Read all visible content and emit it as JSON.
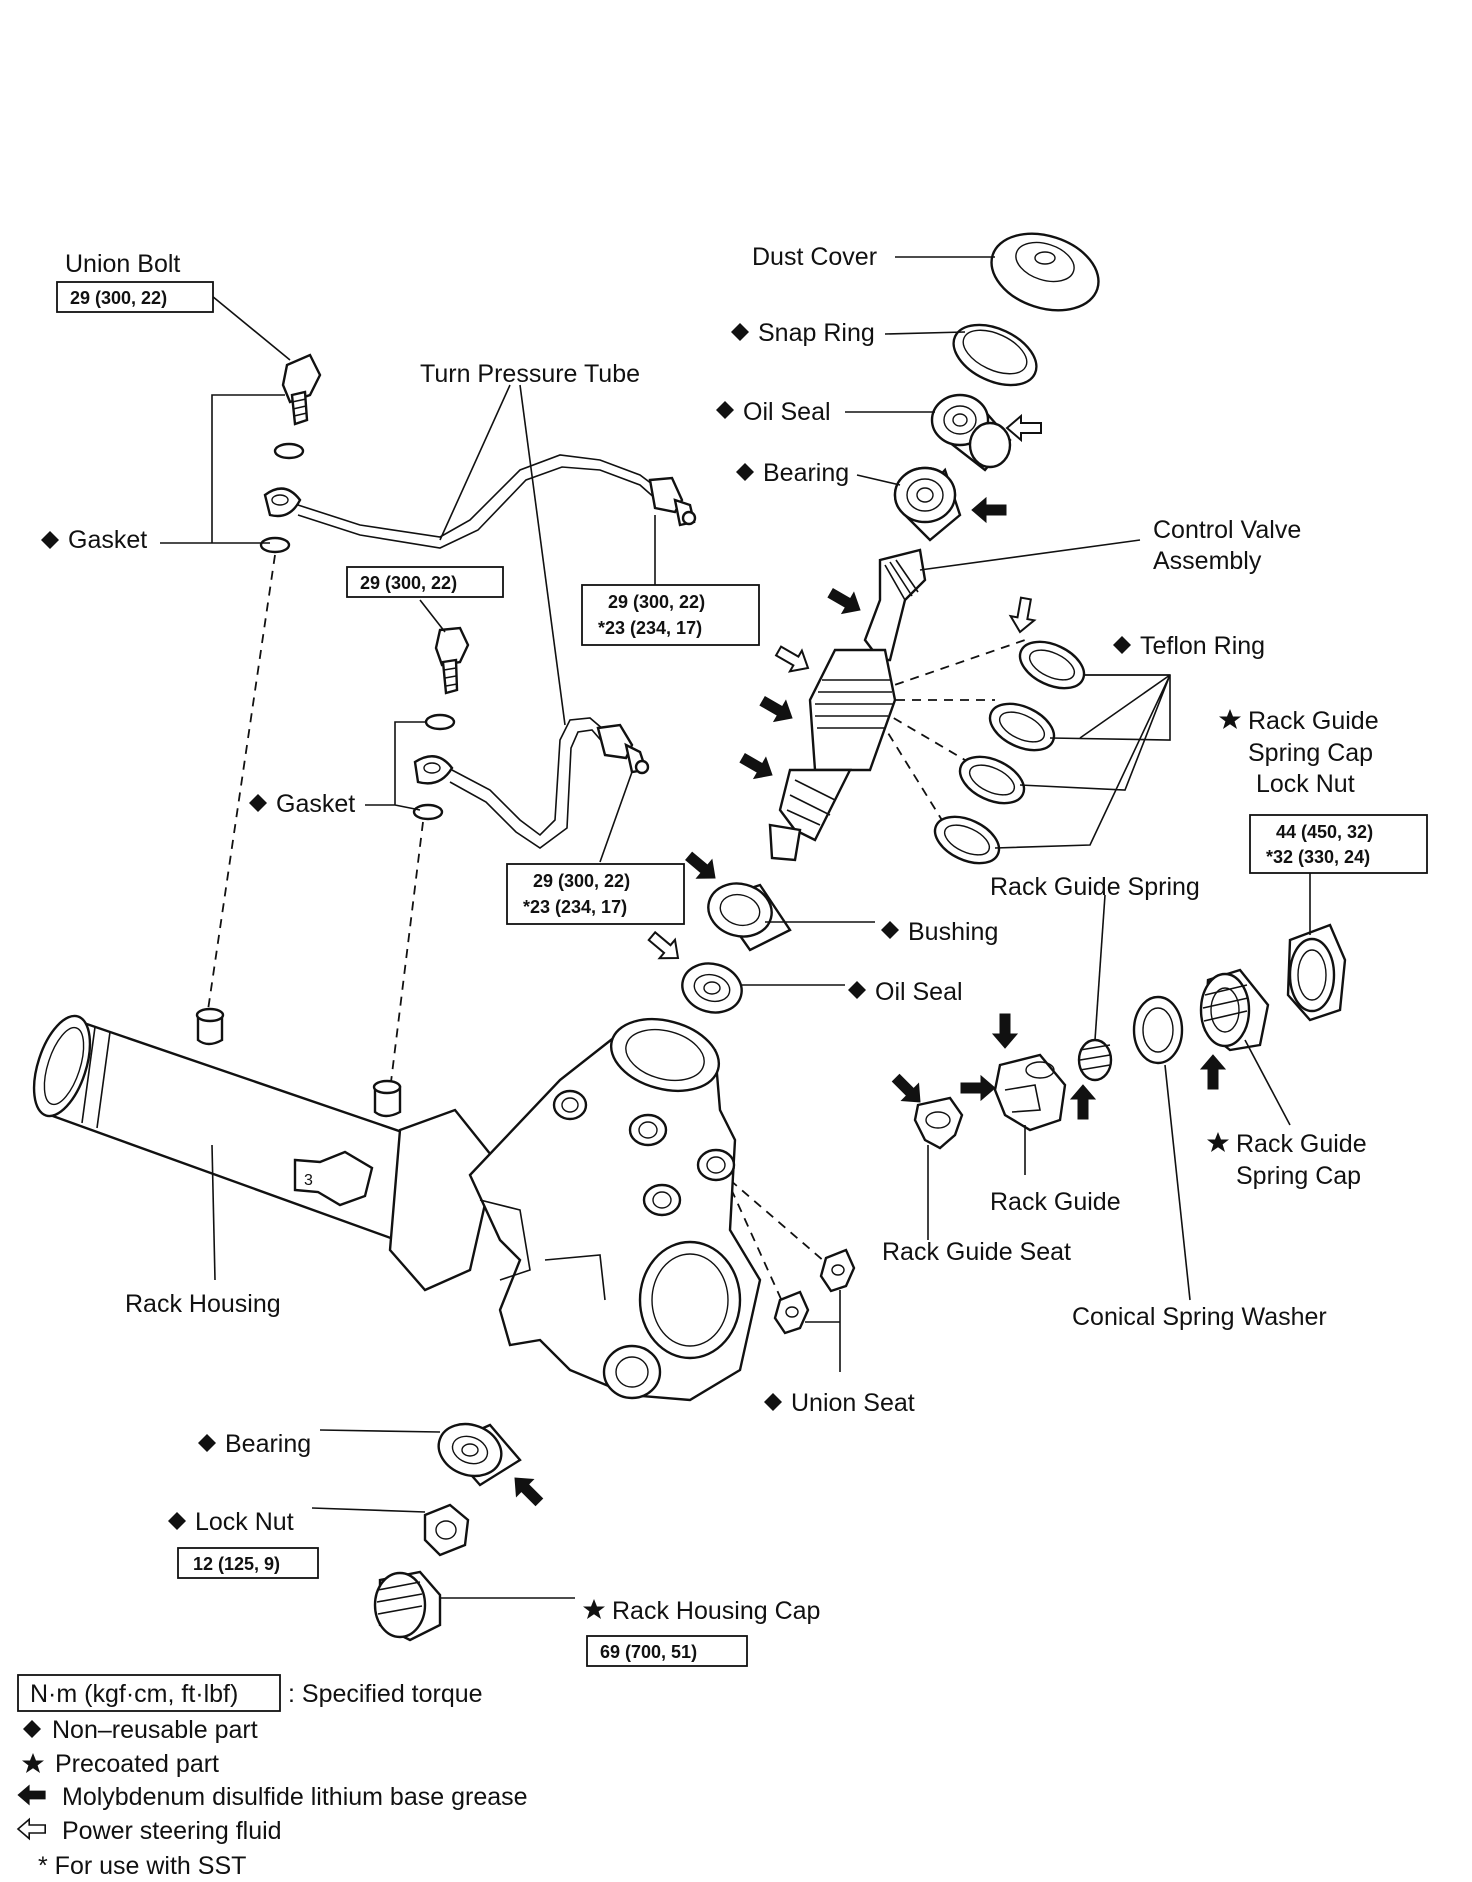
{
  "labels": {
    "union_bolt": "Union Bolt",
    "turn_pressure_tube": "Turn Pressure Tube",
    "gasket_1": "Gasket",
    "gasket_2": "Gasket",
    "dust_cover": "Dust Cover",
    "snap_ring": "Snap Ring",
    "oil_seal_top": "Oil Seal",
    "bearing_top": "Bearing",
    "control_valve_1": "Control Valve",
    "control_valve_2": "Assembly",
    "teflon_ring": "Teflon Ring",
    "rgscln_1": "Rack Guide",
    "rgscln_2": "Spring Cap",
    "rgscln_3": "Lock Nut",
    "rack_guide_spring": "Rack Guide Spring",
    "bushing": "Bushing",
    "oil_seal_mid": "Oil Seal",
    "rgsc_1": "Rack Guide",
    "rgsc_2": "Spring Cap",
    "rack_guide": "Rack Guide",
    "rack_guide_seat": "Rack Guide Seat",
    "conical_spring_washer": "Conical Spring Washer",
    "rack_housing": "Rack Housing",
    "union_seat": "Union Seat",
    "bearing_bottom": "Bearing",
    "lock_nut": "Lock Nut",
    "rack_housing_cap": "Rack Housing Cap",
    "housing_tab": "3"
  },
  "torques": {
    "union_bolt": "29 (300, 22)",
    "mid_bolt": "29 (300, 22)",
    "tube_top_1": "29 (300, 22)",
    "tube_top_2": "*23 (234, 17)",
    "tube_low_1": "29 (300, 22)",
    "tube_low_2": "*23 (234, 17)",
    "rgscln_1": "44 (450, 32)",
    "rgscln_2": "*32 (330, 24)",
    "lock_nut": "12 (125, 9)",
    "rack_housing_cap": "69 (700, 51)"
  },
  "legend": {
    "torque_box": "N·m (kgf·cm, ft·lbf)",
    "torque_desc": ": Specified torque",
    "non_reusable": "Non–reusable part",
    "precoated": "Precoated part",
    "grease": "Molybdenum disulfide lithium base grease",
    "fluid": "Power steering fluid",
    "sst": "* For use with SST"
  },
  "colors": {
    "ink": "#111111",
    "paper": "#ffffff"
  }
}
